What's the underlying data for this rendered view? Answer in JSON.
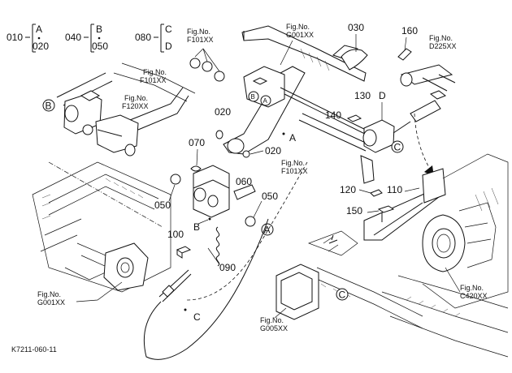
{
  "legend": [
    {
      "code": "010",
      "top": "A",
      "bottom": "020"
    },
    {
      "code": "040",
      "top": "B",
      "bottom": "050"
    },
    {
      "code": "080",
      "top": "C",
      "bottom": "D"
    }
  ],
  "part_numbers": {
    "p020a": "020",
    "p020b": "020",
    "p030": "030",
    "p050a": "050",
    "p050b": "050",
    "p060": "060",
    "p070": "070",
    "p090": "090",
    "p100": "100",
    "p110": "110",
    "p120": "120",
    "p130": "130",
    "p140": "140",
    "p150": "150",
    "p160": "160"
  },
  "letters": {
    "A1": "A",
    "A2": "A",
    "A3": "A",
    "B1": "B",
    "B2": "B",
    "B3": "B",
    "C1": "C",
    "C2": "C",
    "C3": "C",
    "D1": "D"
  },
  "fig_refs": {
    "f101_top": {
      "line1": "Fig.No.",
      "line2": "F101XX"
    },
    "g001_top": {
      "line1": "Fig.No.",
      "line2": "G001XX"
    },
    "d225": {
      "line1": "Fig.No.",
      "line2": "D225XX"
    },
    "f101_left": {
      "line1": "Fig.No.",
      "line2": "F101XX"
    },
    "f120": {
      "line1": "Fig.No.",
      "line2": "F120XX"
    },
    "f101_mid": {
      "line1": "Fig.No.",
      "line2": "F101XX"
    },
    "g001_bottom": {
      "line1": "Fig.No.",
      "line2": "G001XX"
    },
    "g005": {
      "line1": "Fig.No.",
      "line2": "G005XX"
    },
    "c420": {
      "line1": "Fig.No.",
      "line2": "C420XX"
    }
  },
  "drawing_code": "K7211-060-11"
}
